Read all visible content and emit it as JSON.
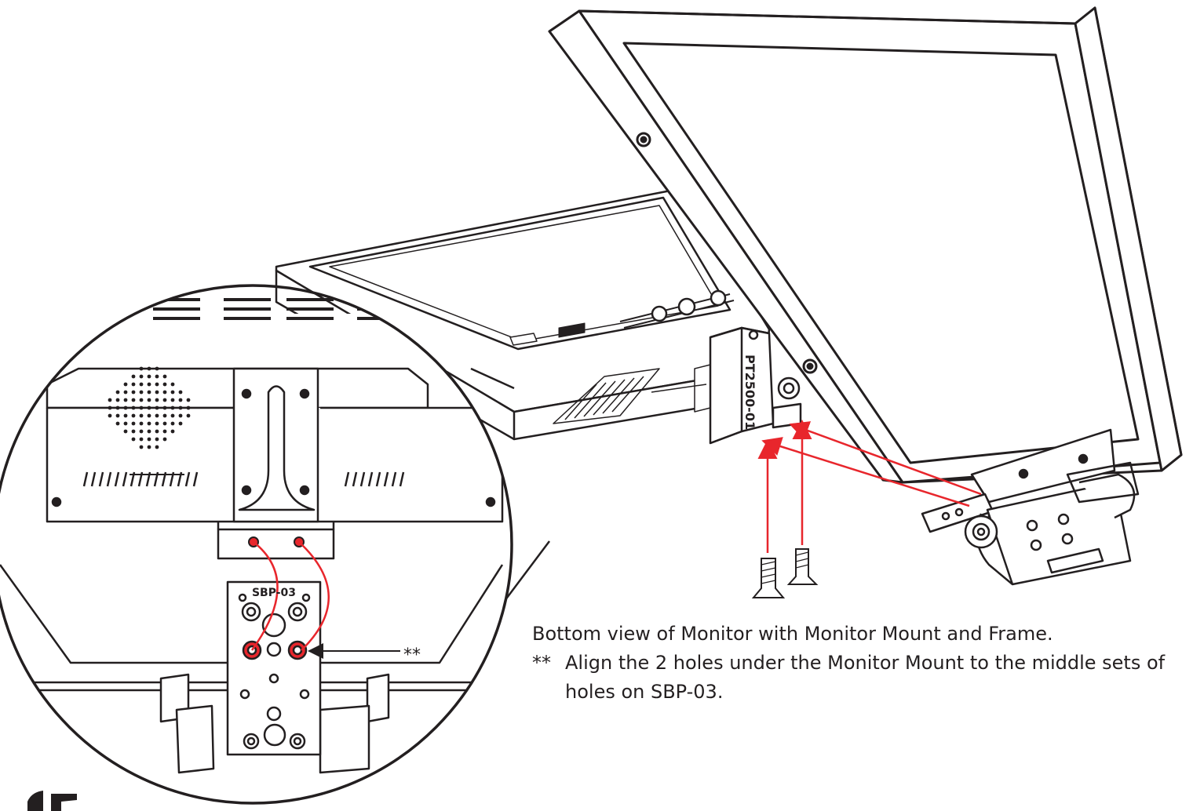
{
  "caption": {
    "line1": "Bottom view of Monitor with Monitor Mount and Frame.",
    "note_marker": "**",
    "note_text": "Align the 2 holes under the Monitor Mount to the middle sets of holes on SBP-03."
  },
  "labels": {
    "plate_label": "SBP-03",
    "mount_label": "PT2500-01",
    "callout_marker": "**"
  },
  "colors": {
    "line": "#231f20",
    "alignment_arrow": "#e8262c",
    "background": "#ffffff"
  }
}
